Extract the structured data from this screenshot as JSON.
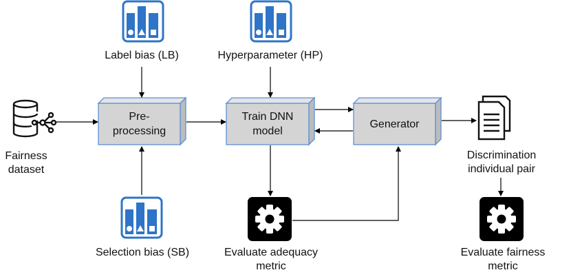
{
  "nodes": {
    "label_bias": "Label bias (LB)",
    "hyperparameter": "Hyperparameter (HP)",
    "fairness_dataset_line1": "Fairness",
    "fairness_dataset_line2": "dataset",
    "preprocessing_line1": "Pre-",
    "preprocessing_line2": "processing",
    "train_dnn_line1": "Train DNN",
    "train_dnn_line2": "model",
    "generator": "Generator",
    "discrimination_line1": "Discrimination",
    "discrimination_line2": "individual pair",
    "selection_bias": "Selection bias (SB)",
    "evaluate_adequacy_line1": "Evaluate adequacy",
    "evaluate_adequacy_line2": "metric",
    "evaluate_fairness_line1": "Evaluate fairness",
    "evaluate_fairness_line2": "metric"
  },
  "icons": {
    "bias_chart": "bar-chart-shapes-icon",
    "dataset": "database-network-icon",
    "documents": "documents-icon",
    "metric": "gear-icon"
  },
  "colors": {
    "box_fill": "#d4d4d4",
    "box_border": "#5b8fd6",
    "chart_icon_border": "#2e74c8",
    "chart_icon_fill": "#2e74c8",
    "gear_bg": "#000000",
    "arrow": "#000000"
  }
}
